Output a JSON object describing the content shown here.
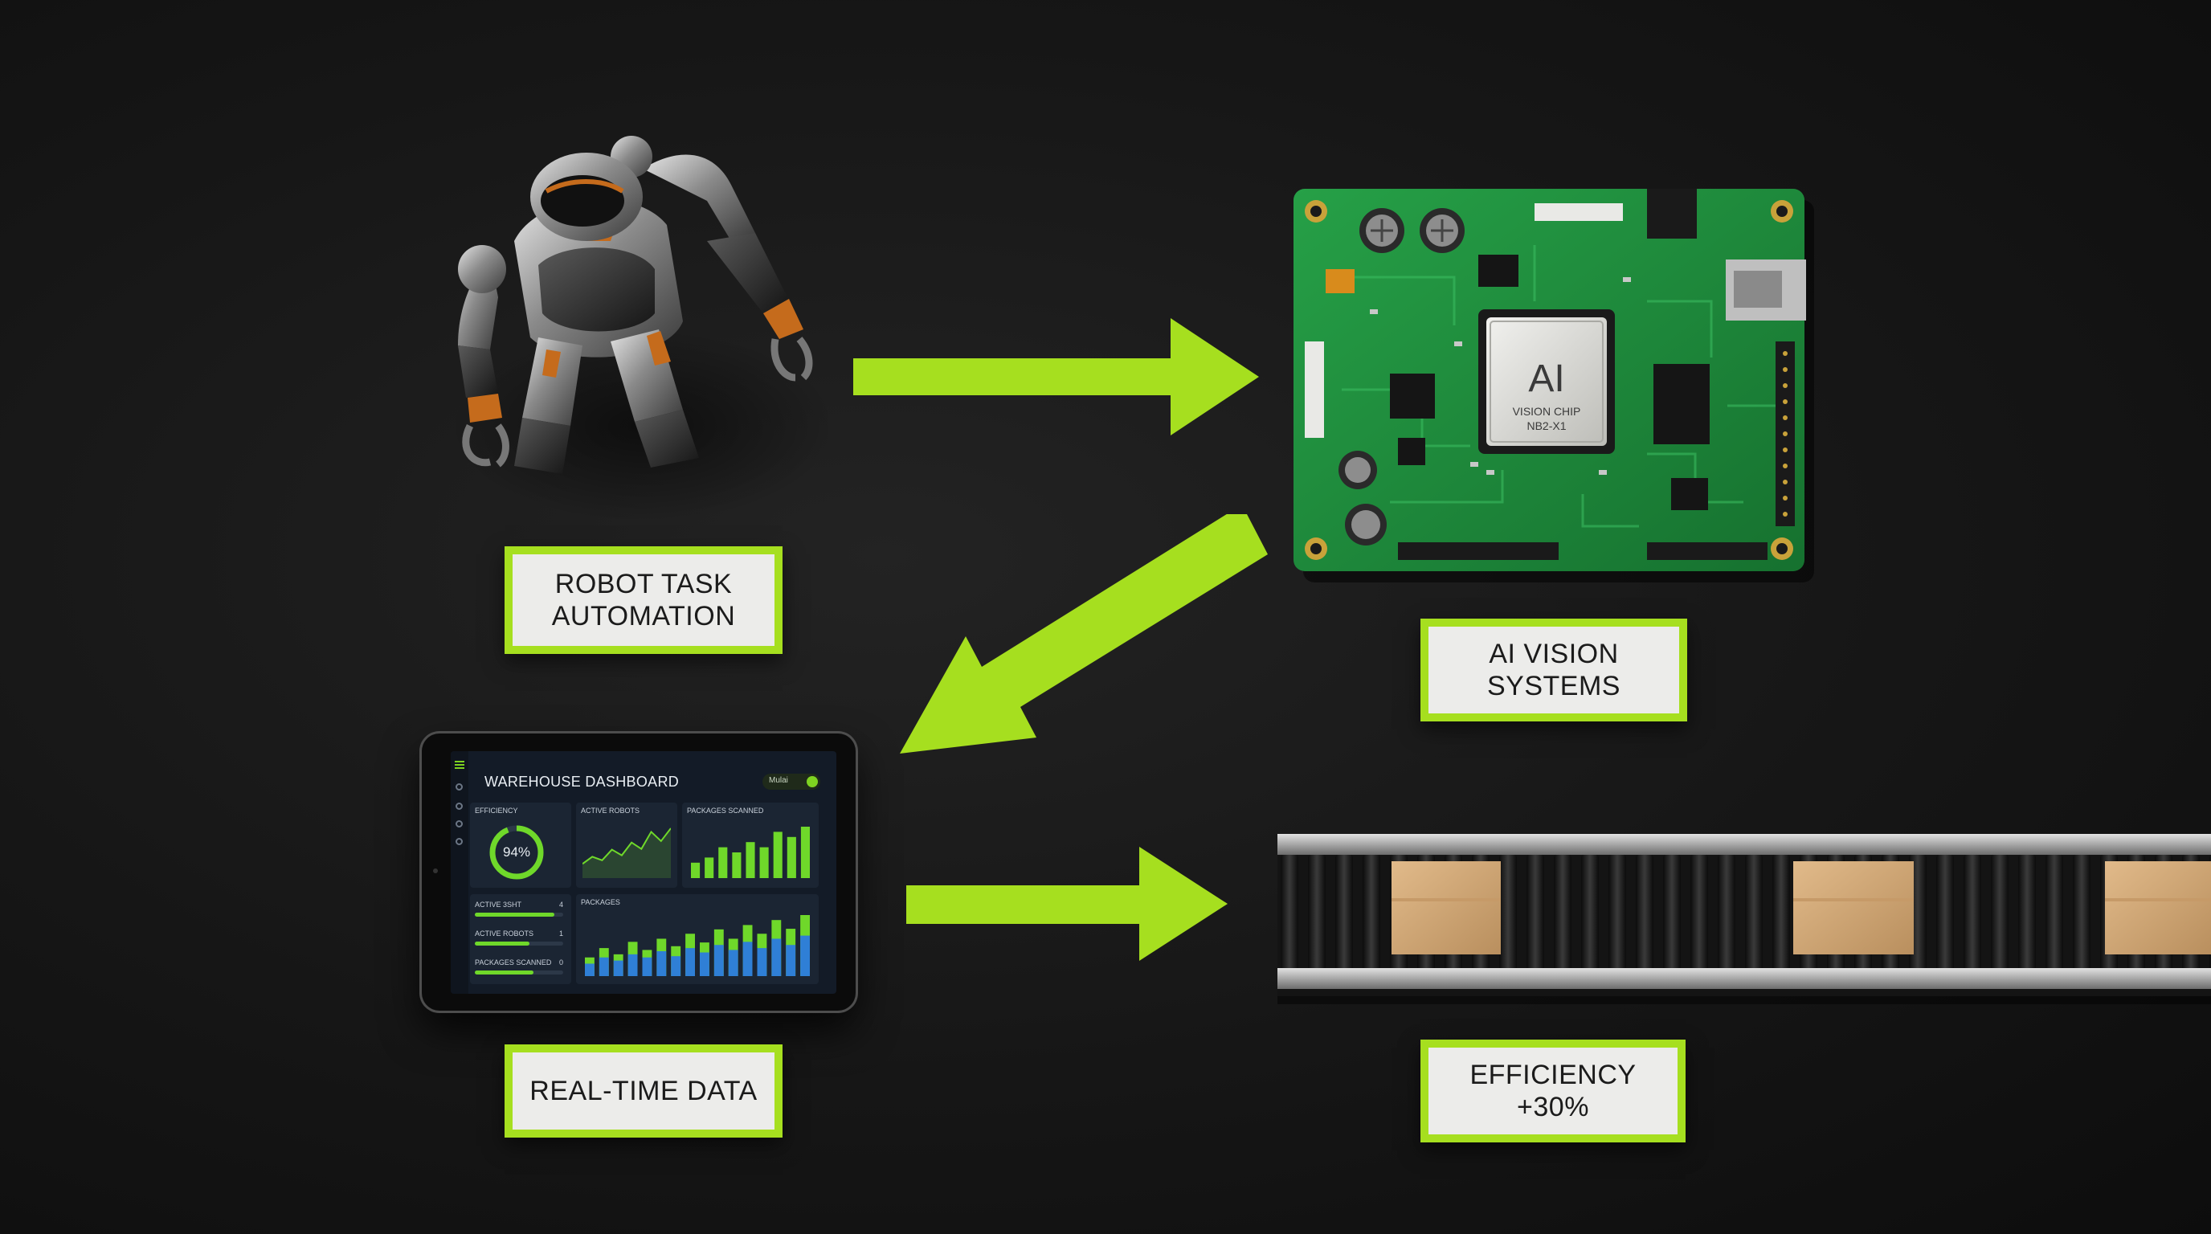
{
  "labels": {
    "robot": [
      "ROBOT TASK",
      "AUTOMATION"
    ],
    "vision": [
      "AI VISION",
      "SYSTEMS"
    ],
    "data": [
      "REAL-TIME DATA"
    ],
    "efficiency": [
      "EFFICIENCY",
      "+30%"
    ]
  },
  "chip": {
    "brand": "AI",
    "line1": "VISION CHIP",
    "line2": "NB2-X1"
  },
  "dashboard": {
    "title": "WAREHOUSE DASHBOARD",
    "toggle": "Mulai",
    "efficiency_title": "EFFICIENCY",
    "efficiency_value": "94%",
    "efficiency_fraction": 0.94,
    "active_robots_title": "ACTIVE ROBOTS",
    "packages_title": "PACKAGES SCANNED",
    "packages_wide_title": "PACKAGES",
    "rows": [
      {
        "label": "ACTIVE 3SHT",
        "value": "4",
        "fraction": 0.9
      },
      {
        "label": "ACTIVE ROBOTS",
        "value": "1",
        "fraction": 0.62
      },
      {
        "label": "PACKAGES SCANNED",
        "value": "0",
        "fraction": 0.66
      }
    ],
    "line_values": [
      2,
      3,
      2.5,
      4,
      3.2,
      5,
      4.1,
      6.5,
      5.2,
      7
    ],
    "small_bars": [
      3,
      4,
      6,
      5,
      7,
      6,
      9,
      8,
      10
    ],
    "big_bars_blue": [
      2,
      3,
      2.5,
      3.5,
      3,
      4,
      3.2,
      4.5,
      3.8,
      5,
      4.2,
      5.5,
      4.5,
      6,
      5,
      6.5
    ],
    "big_bars_green": [
      3,
      4.5,
      3.5,
      5.5,
      4.2,
      6,
      4.8,
      6.8,
      5.4,
      7.5,
      6,
      8.2,
      6.8,
      9,
      7.6,
      9.8
    ]
  },
  "colors": {
    "accent": "#a6df1f",
    "board": "#1f8a3b",
    "chip": "#d9d9d6",
    "gauge": "#6fd82a",
    "bar_blue": "#2f7fd6",
    "bar_green": "#6fd82a",
    "box": "#d8ae7c"
  },
  "icons": [
    "menu-icon",
    "home-icon",
    "settings-icon",
    "usb-icon",
    "arrow-right-icon",
    "arrow-down-left-icon"
  ]
}
